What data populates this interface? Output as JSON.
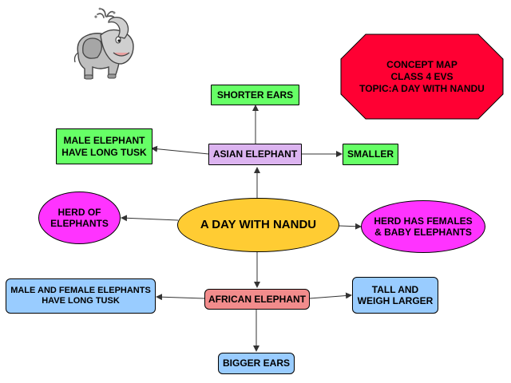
{
  "header": {
    "lines": [
      "CONCEPT MAP",
      "CLASS 4 EVS",
      "TOPIC:A DAY WITH NANDU"
    ],
    "color": "#ff0033"
  },
  "illustration": {
    "icon": "elephant-icon"
  },
  "nodes": {
    "center": {
      "label": "A DAY WITH NANDU",
      "color": "#ffcc33"
    },
    "asian_elephant": {
      "label": "ASIAN ELEPHANT",
      "color": "#dcb4f0"
    },
    "shorter_ears": {
      "label": "SHORTER EARS",
      "color": "#66ff66"
    },
    "male_long_tusk": {
      "label": "MALE ELEPHANT\nHAVE LONG TUSK",
      "color": "#66ff66"
    },
    "smaller": {
      "label": "SMALLER",
      "color": "#66ff66"
    },
    "herd_of_elephants": {
      "label": "HERD OF\nELEPHANTS",
      "color": "#ff33ff"
    },
    "herd_females": {
      "label": "HERD HAS FEMALES\n& BABY ELEPHANTS",
      "color": "#ff33ff"
    },
    "african_elephant": {
      "label": "AFRICAN ELEPHANT",
      "color": "#f28c8c"
    },
    "both_long_tusk": {
      "label": "MALE AND FEMALE ELEPHANTS\nHAVE LONG TUSK",
      "color": "#99ccff"
    },
    "tall_weigh": {
      "label": "TALL AND\nWEIGH LARGER",
      "color": "#99ccff"
    },
    "bigger_ears": {
      "label": "BIGGER EARS",
      "color": "#99ccff"
    }
  }
}
